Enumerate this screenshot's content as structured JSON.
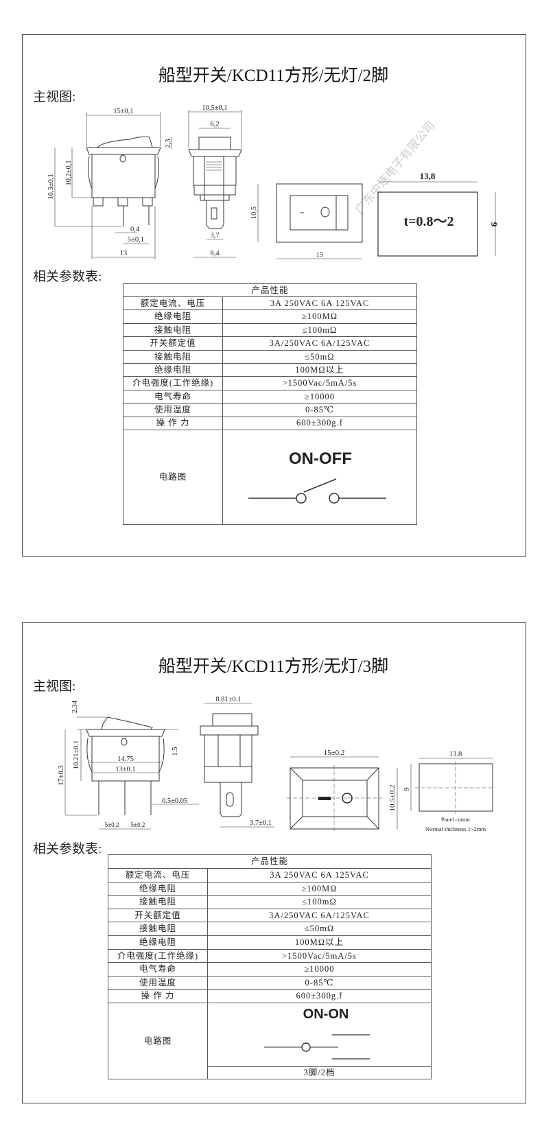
{
  "watermark": "广东中连电子有限公司",
  "sheets": [
    {
      "title": "船型开关/KCD11方形/无灯/2脚",
      "view_label": "主视图:",
      "params_label": "相关参数表:",
      "dims": {
        "width_top": "15±0,1",
        "height_total": "16,3±0,1",
        "height_body": "10,2±0,1",
        "pin_width": "0,4",
        "pin_pitch": "5±0,1",
        "body_width": "13",
        "side_width": "10,5±0,1",
        "cap_width": "6,2",
        "cap_height": "2,3",
        "stem_width": "3,7",
        "side_body": "8,4",
        "panel_height": "10,5",
        "panel_width": "15",
        "cutout_width": "13,8",
        "cutout_height": "9",
        "thickness": "t=0.8～2"
      },
      "table": {
        "header": "产品性能",
        "rows": [
          [
            "额定电流、电压",
            "3A 250VAC   6A 125VAC"
          ],
          [
            "绝缘电阻",
            "≥100MΩ"
          ],
          [
            "接触电阻",
            "≤100mΩ"
          ],
          [
            "开关额定值",
            "3A/250VAC   6A/125VAC"
          ],
          [
            "接触电阻",
            "≤50mΩ"
          ],
          [
            "绝缘电阻",
            "100MΩ以上"
          ],
          [
            "介电强度(工作绝缘)",
            ">1500Vac/5mA/5s"
          ],
          [
            "电气寿命",
            "≥10000"
          ],
          [
            "使用温度",
            "0-85℃"
          ],
          [
            "操 作 力",
            "600±300g.f"
          ]
        ],
        "circuit_label": "电路图",
        "circuit_type": "ON-OFF"
      }
    },
    {
      "title": "船型开关/KCD11方形/无灯/3脚",
      "view_label": "主视图:",
      "params_label": "相关参数表:",
      "dims": {
        "rocker_height": "2.34",
        "height_body": "10.21±0.1",
        "height_total": "17±0.3",
        "clip": "1.5",
        "flange_width": "14.75",
        "body_width": "13±0.1",
        "pin_width": "0.5±0.05",
        "pin_pitch_1": "5±0.2",
        "pin_pitch_2": "5±0.2",
        "side_width": "8.81±0.1",
        "stem_width": "3.7±0.1",
        "panel_width": "15±0.2",
        "panel_height": "10.5±0.2",
        "cutout_width": "13.8",
        "cutout_height": "9",
        "cutout_caption": "Panel cutout",
        "cutout_note": "Normal thickness 1~2mm"
      },
      "table": {
        "header": "产品性能",
        "rows": [
          [
            "额定电流、电压",
            "3A 250VAC   6A 125VAC"
          ],
          [
            "绝缘电阻",
            "≥100MΩ"
          ],
          [
            "接触电阻",
            "≤100mΩ"
          ],
          [
            "开关额定值",
            "3A/250VAC   6A/125VAC"
          ],
          [
            "接触电阻",
            "≤50mΩ"
          ],
          [
            "绝缘电阻",
            "100MΩ以上"
          ],
          [
            "介电强度(工作绝缘)",
            ">1500Vac/5mA/5s"
          ],
          [
            "电气寿命",
            "≥10000"
          ],
          [
            "使用温度",
            "0-85℃"
          ],
          [
            "操 作 力",
            "600±300g.f"
          ]
        ],
        "circuit_label": "电路图",
        "circuit_type": "ON-ON",
        "circuit_note": "3脚/2档"
      }
    }
  ]
}
